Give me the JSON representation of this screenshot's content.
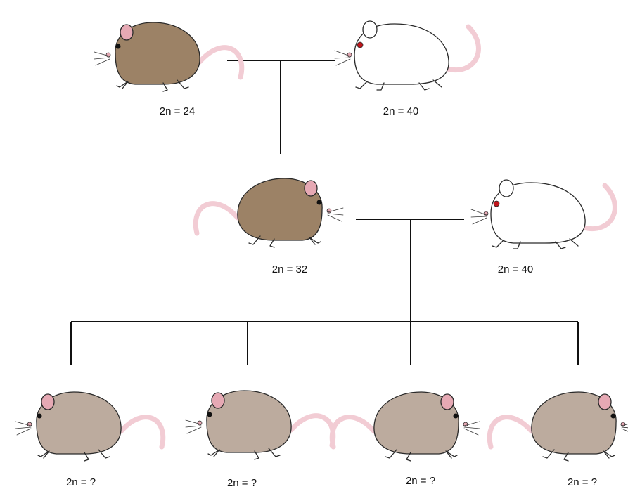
{
  "colors": {
    "parent_brown": "#9c8266",
    "hybrid_grey": "#bcab9e",
    "albino_white": "#ffffff",
    "tail_pink": "#f2ccd4",
    "ear_pink": "#e6a9b4",
    "albino_eye": "#c0151b",
    "line": "#111111"
  },
  "generation_1": {
    "brown_parent": {
      "label": "2n = 24",
      "icon": "brown-mouse"
    },
    "albino_parent": {
      "label": "2n = 40",
      "icon": "albino-rat"
    }
  },
  "generation_2": {
    "hybrid_parent": {
      "label": "2n = 32",
      "icon": "brown-mouse"
    },
    "albino_parent": {
      "label": "2n = 40",
      "icon": "albino-rat"
    }
  },
  "offspring": [
    {
      "label": "2n = ?",
      "icon": "grey-mouse"
    },
    {
      "label": "2n = ?",
      "icon": "grey-mouse"
    },
    {
      "label": "2n = ?",
      "icon": "grey-mouse"
    },
    {
      "label": "2n = ?",
      "icon": "grey-mouse"
    }
  ]
}
